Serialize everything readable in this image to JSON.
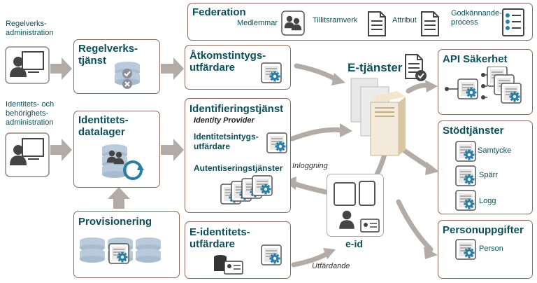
{
  "side_labels": {
    "regelverks_admin": [
      "Regelverks-",
      "administration"
    ],
    "identitets_admin": [
      "Identitets- och",
      "behörighets-",
      "administration"
    ]
  },
  "federation": {
    "title": "Federation",
    "medlemmar": "Medlemmar",
    "tillitsramverk": "Tillitsramverk",
    "attribut": "Attribut",
    "godkannande": [
      "Godkännande-",
      "process"
    ]
  },
  "regelverkstjanst": [
    "Regelverks-",
    "tjänst"
  ],
  "identitetsdatalager": [
    "Identitets-",
    "datalager"
  ],
  "provisionering": "Provisionering",
  "atkomst": [
    "Åtkomstintygs-",
    "utfärdare"
  ],
  "identifiering": {
    "title": "Identifieringstjänst",
    "subtitle": "Identity Provider",
    "intygs": [
      "Identitetsintygs-",
      "utfärdare"
    ],
    "autentisering": "Autentiseringstjänster"
  },
  "eidentitet": [
    "E-identitets-",
    "utfärdare"
  ],
  "etjanster": "E-tjänster",
  "eid": "e-id",
  "inloggning": "Inloggning",
  "utfardande": "Utfärdande",
  "api": "API Säkerhet",
  "stod": {
    "title": "Stödtjänster",
    "items": [
      "Samtycke",
      "Spärr",
      "Logg"
    ]
  },
  "person": {
    "title": "Personuppgifter",
    "item": "Person"
  },
  "colors": {
    "teal": "#0d4f59",
    "border": "#8a6a5c",
    "arrow": "#b3aca6",
    "icon_dark": "#4a4a4a",
    "gear_blue": "#2b7fa6"
  }
}
